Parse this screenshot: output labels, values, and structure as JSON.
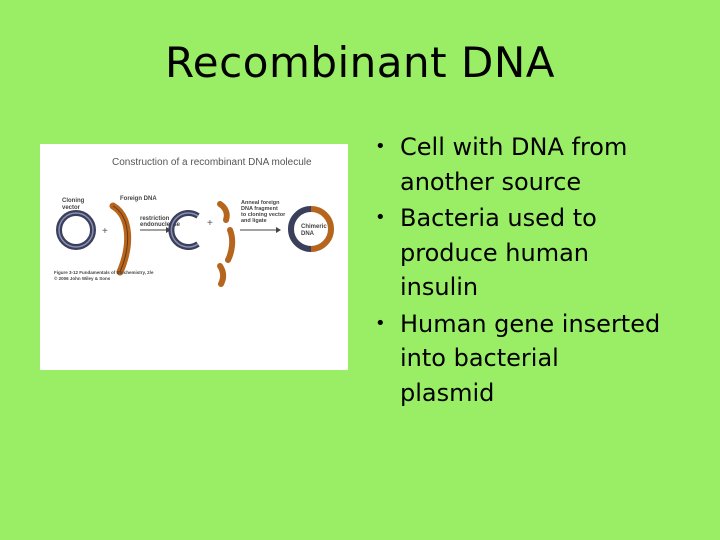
{
  "slide": {
    "title": "Recombinant DNA"
  },
  "figure": {
    "heading": "Construction of a recombinant DNA molecule",
    "labels": {
      "cloning_vector": [
        "Cloning",
        "vector"
      ],
      "foreign_dna": "Foreign DNA",
      "restriction": [
        "restriction",
        "endonuclease"
      ],
      "anneal": [
        "Anneal foreign",
        "DNA fragment",
        "to cloning vector",
        "and ligate"
      ],
      "chimeric": [
        "Chimeric",
        "DNA"
      ],
      "caption": [
        "Figure 3-12  Fundamentals of Biochemistry, 2/e",
        "© 2006 John Wiley & Sons"
      ]
    },
    "colors": {
      "plasmid_ring": "#3a3f5c",
      "foreign_dna": "#b5651d"
    }
  },
  "bullets": [
    {
      "marker": "•",
      "lines": [
        "Cell with DNA from",
        "another source"
      ]
    },
    {
      "marker": "•",
      "lines": [
        "Bacteria used to",
        "produce human",
        "insulin"
      ]
    },
    {
      "marker": "•",
      "lines": [
        "Human gene inserted",
        "into bacterial",
        "plasmid"
      ]
    }
  ]
}
